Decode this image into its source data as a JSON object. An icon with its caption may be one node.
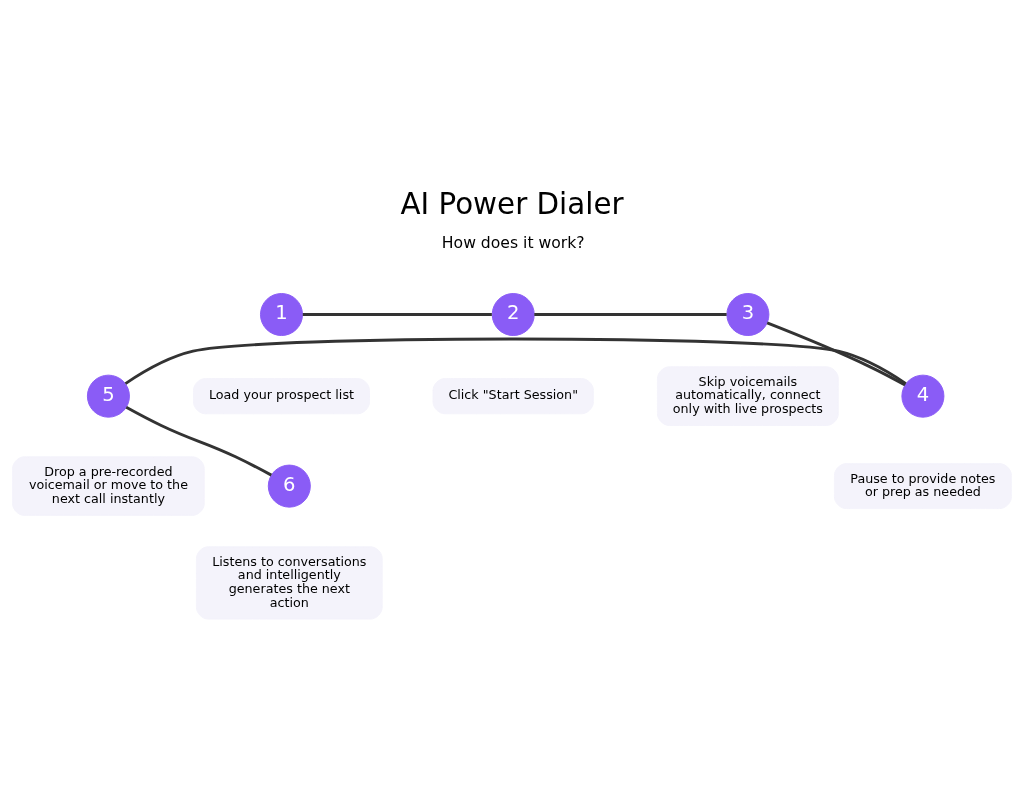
{
  "diagram": {
    "title": "AI Power Dialer",
    "nodes": [
      {
        "text": [
          "1"
        ]
      },
      {
        "text": [
          "2"
        ]
      },
      {
        "text": [
          "3"
        ]
      },
      {
        "text": [
          "Load your prospect list"
        ]
      },
      {
        "text": [
          "Click \"Start Session\""
        ]
      },
      {
        "text": [
          "Skip voicemails automatically, connect only with live prospects"
        ]
      },
      {
        "text": [
          "5"
        ]
      },
      {
        "text": [
          "4"
        ]
      },
      {
        "text": [
          "Drop a pre-recorded voicemail or move to the next call instantly"
        ]
      },
      {
        "text": [
          "Pause to provide notes or prep as needed"
        ]
      },
      {
        "text": [
          "6"
        ]
      },
      {
        "text": [
          "Listens to conversations and intelligently generates the next action"
        ]
      }
    ],
    "edges": [
      {
        "from": 0,
        "to": 1,
        "arrow": "none"
      },
      {
        "from": 1,
        "to": 2,
        "arrow": "none"
      },
      {
        "from": 2,
        "to": 7,
        "arrow": "none"
      },
      {
        "from": 7,
        "to": 6,
        "arrow": "none"
      },
      {
        "from": 6,
        "to": 10,
        "arrow": "none"
      }
    ],
    "labels": [
      "How does it work?"
    ]
  }
}
